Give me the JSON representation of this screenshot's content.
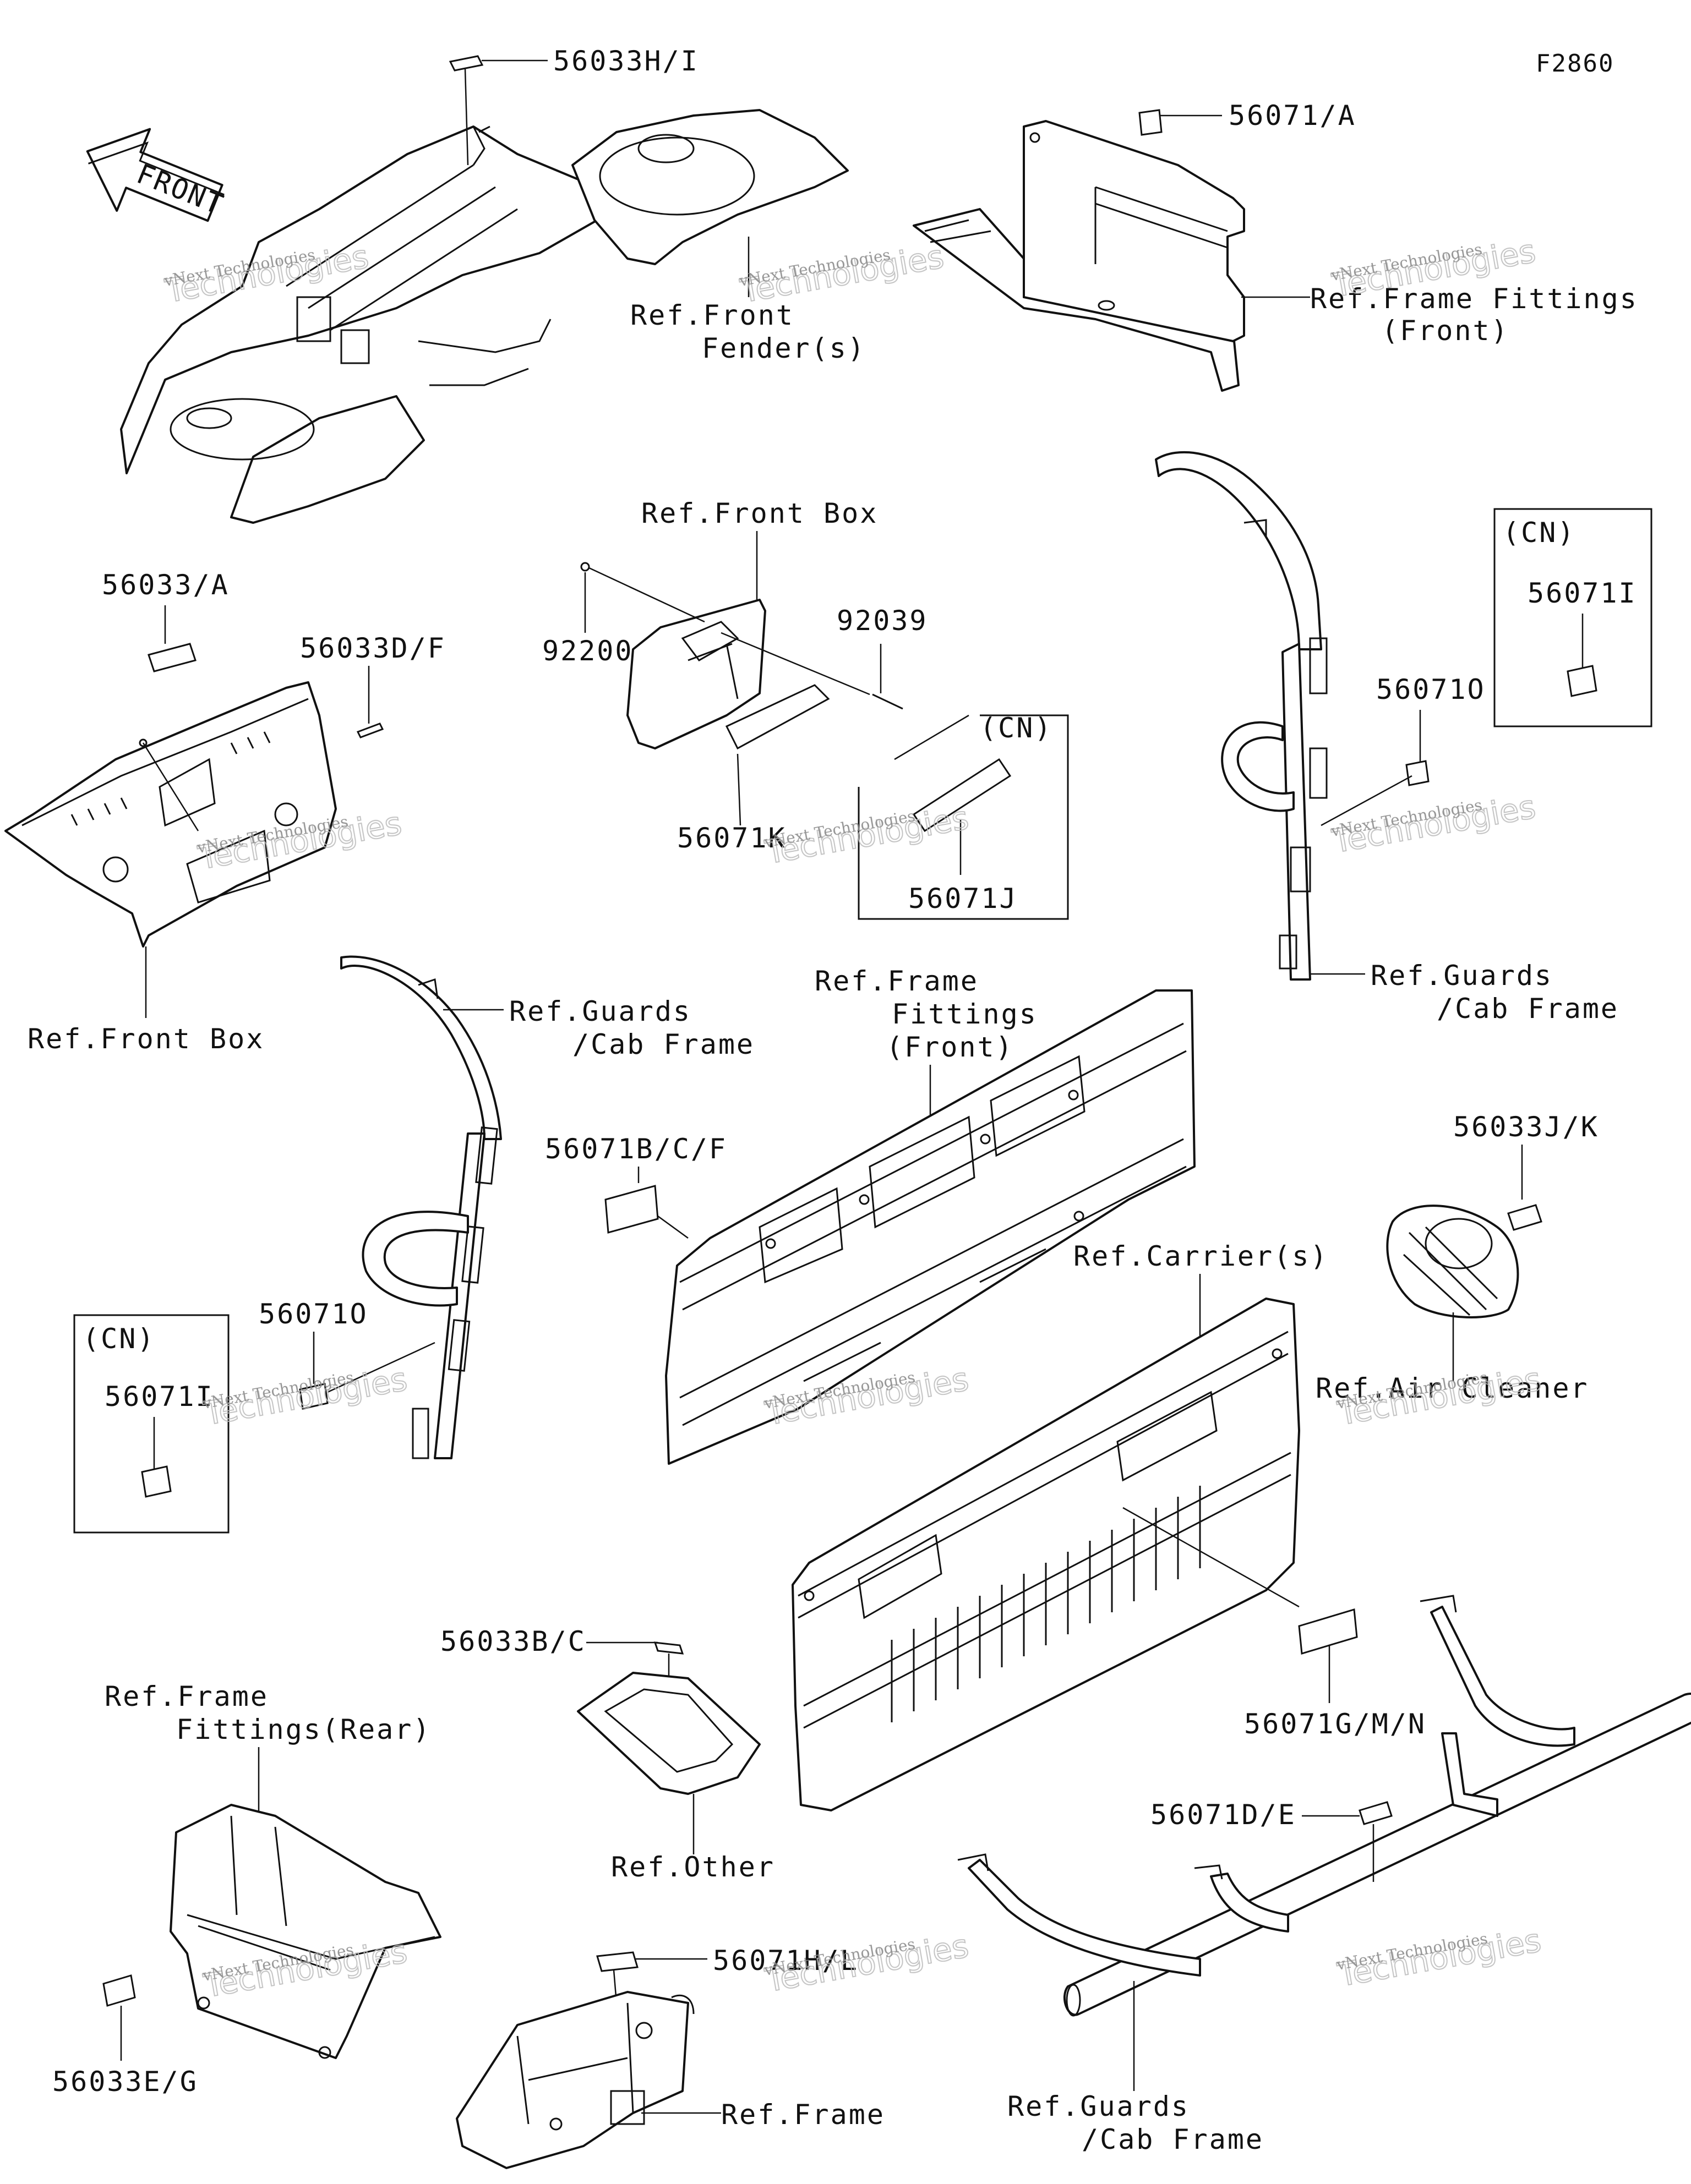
{
  "diagram_code": "F2860",
  "front_arrow_label": "FRONT",
  "watermark": {
    "line1": "vNext Technologies",
    "line2": "Technologies",
    "line3": "vNext"
  },
  "labels": {
    "p56033HI": "56033H/I",
    "ref_front_fender_1": "Ref.Front",
    "ref_front_fender_2": "Fender(s)",
    "p56071A": "56071/A",
    "ref_frame_fittings_front_1": "Ref.Frame Fittings",
    "ref_frame_fittings_front_2": "(Front)",
    "ref_front_box_top": "Ref.Front Box",
    "p92200": "92200",
    "p92039": "92039",
    "cn_mid": "(CN)",
    "p56071K": "56071K",
    "p56071J": "56071J",
    "p56033A": "56033/A",
    "p56033DF": "56033D/F",
    "ref_front_box_left": "Ref.Front Box",
    "cn_right": "(CN)",
    "p56071I_right": "56071I",
    "p56071O_right": "56071O",
    "ref_guards_right_1": "Ref.Guards",
    "ref_guards_right_2": "/Cab Frame",
    "ref_guards_left_1": "Ref.Guards",
    "ref_guards_left_2": "/Cab Frame",
    "ref_frame_fittings_mid_1": "Ref.Frame",
    "ref_frame_fittings_mid_2": "Fittings",
    "ref_frame_fittings_mid_3": "(Front)",
    "p56071BCF": "56071B/C/F",
    "p56071O_left": "56071O",
    "cn_left": "(CN)",
    "p56071I_left": "56071I",
    "p56033JK": "56033J/K",
    "ref_carriers": "Ref.Carrier(s)",
    "ref_air_cleaner": "Ref.Air Cleaner",
    "p56033BC": "56033B/C",
    "ref_other": "Ref.Other",
    "p56071GMN": "56071G/M/N",
    "ref_frame_fittings_rear_1": "Ref.Frame",
    "ref_frame_fittings_rear_2": "Fittings(Rear)",
    "p56071DE": "56071D/E",
    "p56071HL": "56071H/L",
    "p56033EG": "56033E/G",
    "ref_frame": "Ref.Frame",
    "ref_guards_bottom_1": "Ref.Guards",
    "ref_guards_bottom_2": "/Cab Frame"
  }
}
